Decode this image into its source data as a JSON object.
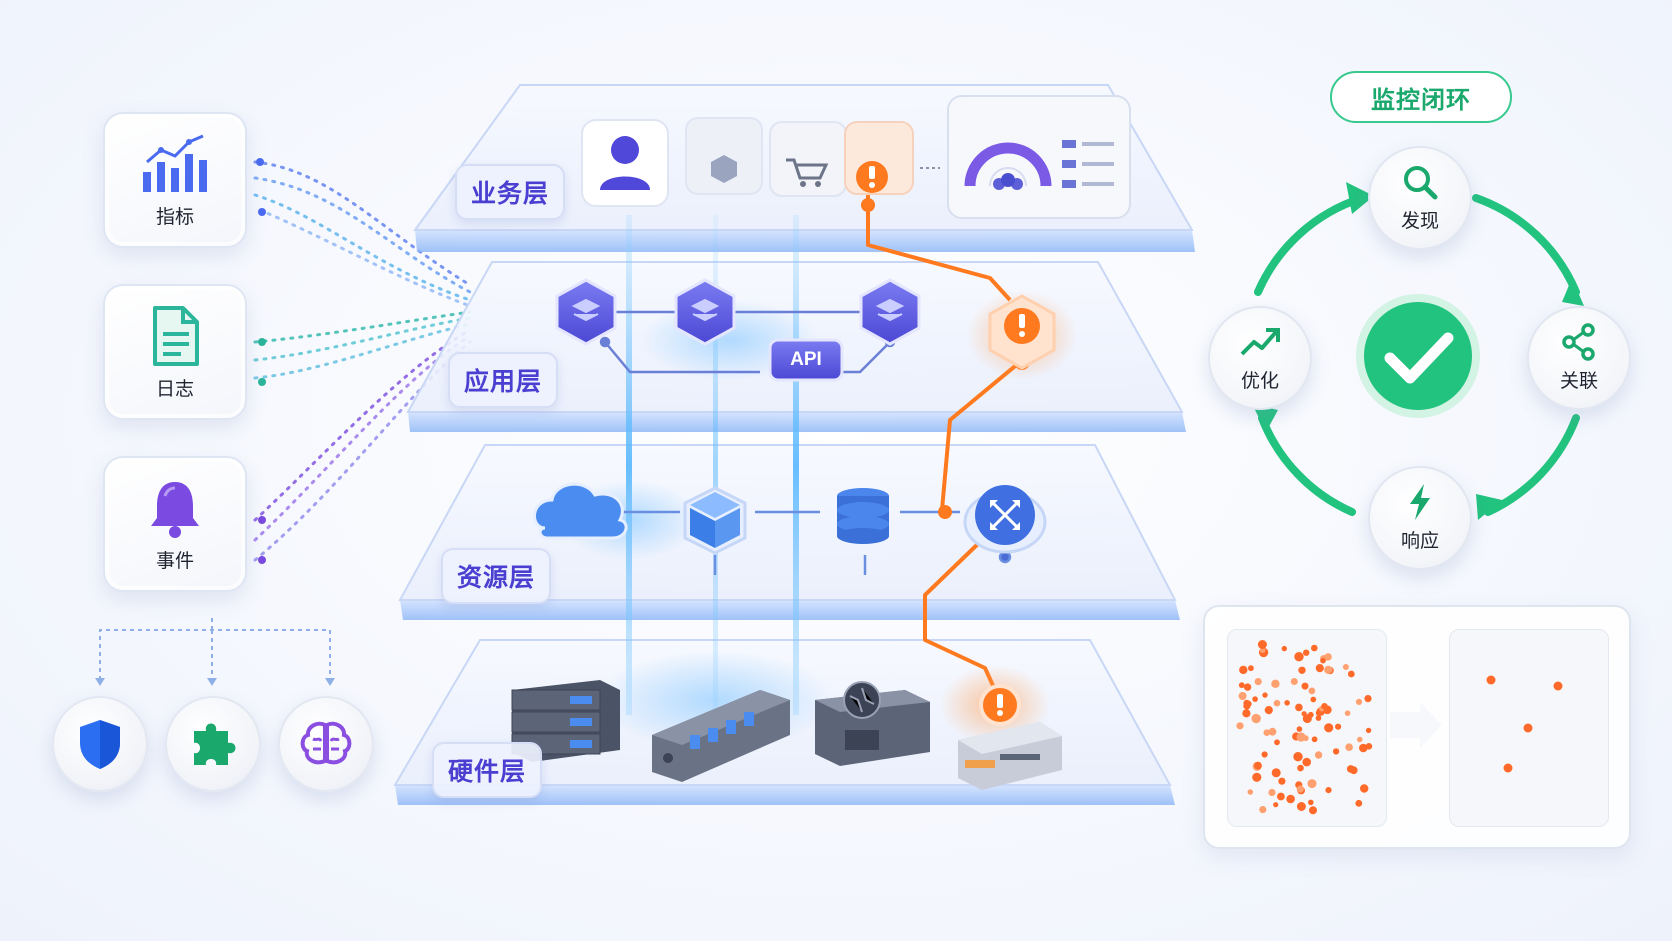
{
  "sources": [
    {
      "id": "metrics",
      "label": "指标",
      "icon": "bar-chart-icon",
      "color": "#4a6bf0"
    },
    {
      "id": "logs",
      "label": "日志",
      "icon": "document-icon",
      "color": "#2bb59a"
    },
    {
      "id": "events",
      "label": "事件",
      "icon": "bell-icon",
      "color": "#7b4ae0"
    }
  ],
  "capabilities": [
    {
      "id": "security",
      "icon": "shield-icon",
      "color": "#2b6ef2"
    },
    {
      "id": "plugin",
      "icon": "puzzle-icon",
      "color": "#1aa86c"
    },
    {
      "id": "ai",
      "icon": "brain-icon",
      "color": "#8a4fe0"
    }
  ],
  "layers": [
    {
      "id": "business",
      "label": "业务层"
    },
    {
      "id": "application",
      "label": "应用层",
      "api_label": "API"
    },
    {
      "id": "resource",
      "label": "资源层"
    },
    {
      "id": "hardware",
      "label": "硬件层"
    }
  ],
  "loop": {
    "title": "监控闭环",
    "nodes": [
      {
        "id": "discover",
        "label": "发现",
        "icon": "search-icon"
      },
      {
        "id": "correlate",
        "label": "关联",
        "icon": "share-icon"
      },
      {
        "id": "respond",
        "label": "响应",
        "icon": "lightning-icon"
      },
      {
        "id": "optimize",
        "label": "优化",
        "icon": "trend-up-icon"
      }
    ],
    "center_icon": "check-icon",
    "accent": "#22c27f"
  },
  "colors": {
    "alert": "#ff7a1f",
    "primary": "#4a3fd0",
    "flow_blue": "#5aa8ff",
    "loop_green": "#22c27f"
  }
}
